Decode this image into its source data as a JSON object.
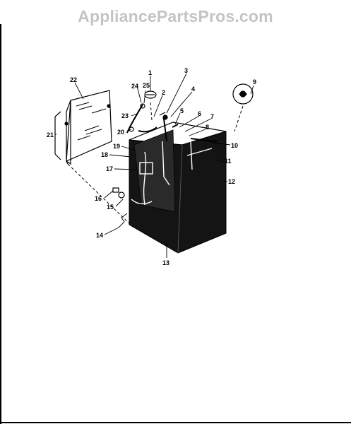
{
  "watermark": "AppliancePartsPros.com",
  "callouts": [
    {
      "id": "1",
      "text": "1"
    },
    {
      "id": "2",
      "text": "2"
    },
    {
      "id": "3",
      "text": "3"
    },
    {
      "id": "4",
      "text": "4"
    },
    {
      "id": "5",
      "text": "5"
    },
    {
      "id": "6",
      "text": "6"
    },
    {
      "id": "7",
      "text": "7"
    },
    {
      "id": "8",
      "text": "8"
    },
    {
      "id": "9",
      "text": "9"
    },
    {
      "id": "10",
      "text": "10"
    },
    {
      "id": "11",
      "text": "11"
    },
    {
      "id": "12",
      "text": "12"
    },
    {
      "id": "13",
      "text": "13"
    },
    {
      "id": "14",
      "text": "14"
    },
    {
      "id": "15",
      "text": "15"
    },
    {
      "id": "16",
      "text": "16"
    },
    {
      "id": "17",
      "text": "17"
    },
    {
      "id": "18",
      "text": "18"
    },
    {
      "id": "19",
      "text": "19"
    },
    {
      "id": "20",
      "text": "20"
    },
    {
      "id": "21",
      "text": "21"
    },
    {
      "id": "22",
      "text": "22"
    },
    {
      "id": "23",
      "text": "23"
    },
    {
      "id": "24",
      "text": "24"
    },
    {
      "id": "25",
      "text": "25"
    }
  ],
  "colors": {
    "watermark": "#c4c4c4",
    "ink": "#000000",
    "cabinet": "#141414"
  }
}
